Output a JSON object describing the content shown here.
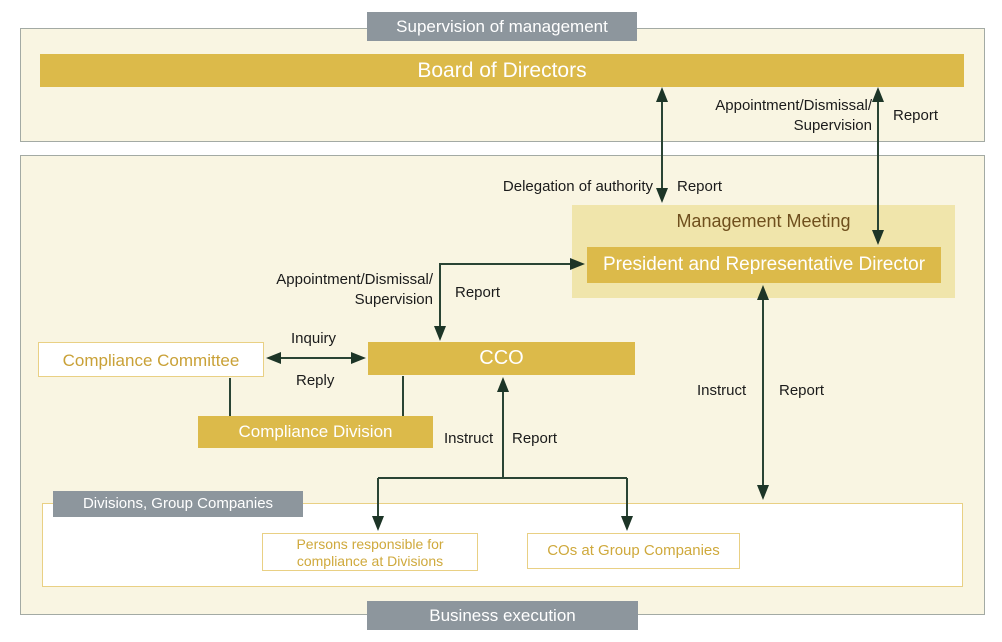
{
  "title_bars": {
    "supervision": "Supervision of management",
    "business": "Business execution"
  },
  "nodes": {
    "board": "Board of Directors",
    "management_meeting": "Management Meeting",
    "president": "President and Representative Director",
    "cco": "CCO",
    "compliance_committee": "Compliance Committee",
    "compliance_division": "Compliance Division",
    "divisions_group_companies": "Divisions, Group Companies",
    "persons_responsible": {
      "line1": "Persons responsible for",
      "line2": "compliance at Divisions"
    },
    "cos_at_group_companies": "COs at Group Companies"
  },
  "edge_labels": {
    "board_president_down_line1": "Appointment/Dismissal/",
    "board_president_down_line2": "Supervision",
    "board_president_up": "Report",
    "board_mgmt_down": "Delegation of authority",
    "board_mgmt_up": "Report",
    "president_cco_down_line1": "Appointment/Dismissal/",
    "president_cco_down_line2": "Supervision",
    "president_cco_up": "Report",
    "committee_inquiry": "Inquiry",
    "committee_reply": "Reply",
    "cco_divisions_down": "Instruct",
    "cco_divisions_up": "Report",
    "president_divisions_down": "Instruct",
    "president_divisions_up": "Report"
  },
  "colors": {
    "gold": "#dcba4a",
    "light_gold": "#f0e5ab",
    "cream_background": "#f9f5e2",
    "gray_bar": "#8d969d",
    "arrow": "#1d3527",
    "gold_text": "#c9a137",
    "brown_text": "#6f4f1d",
    "outer_border": "#a3aaa4",
    "thin_gold_border": "#e9d084",
    "label_text": "#1b1b1b"
  }
}
